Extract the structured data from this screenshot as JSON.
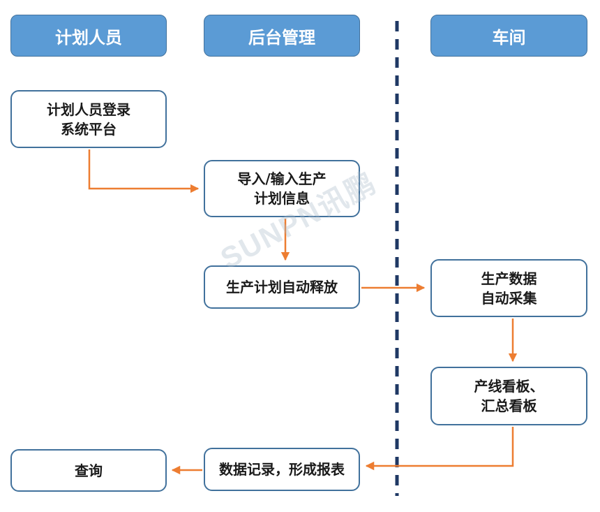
{
  "columns": {
    "planner": "计划人员",
    "backend": "后台管理",
    "workshop": "车间"
  },
  "steps": {
    "login": "计划人员登录\n系统平台",
    "import_plan": "导入/输入生产\n计划信息",
    "auto_release": "生产计划自动释放",
    "auto_collect": "生产数据\n自动采集",
    "kanban": "产线看板、\n汇总看板",
    "record_report": "数据记录，形成报表",
    "query": "查询"
  },
  "watermark": "SUNPN讯鹏",
  "colors": {
    "header_fill": "#5b9bd5",
    "box_border": "#41719c",
    "arrow": "#ed7d31",
    "divider": "#1f3864"
  }
}
